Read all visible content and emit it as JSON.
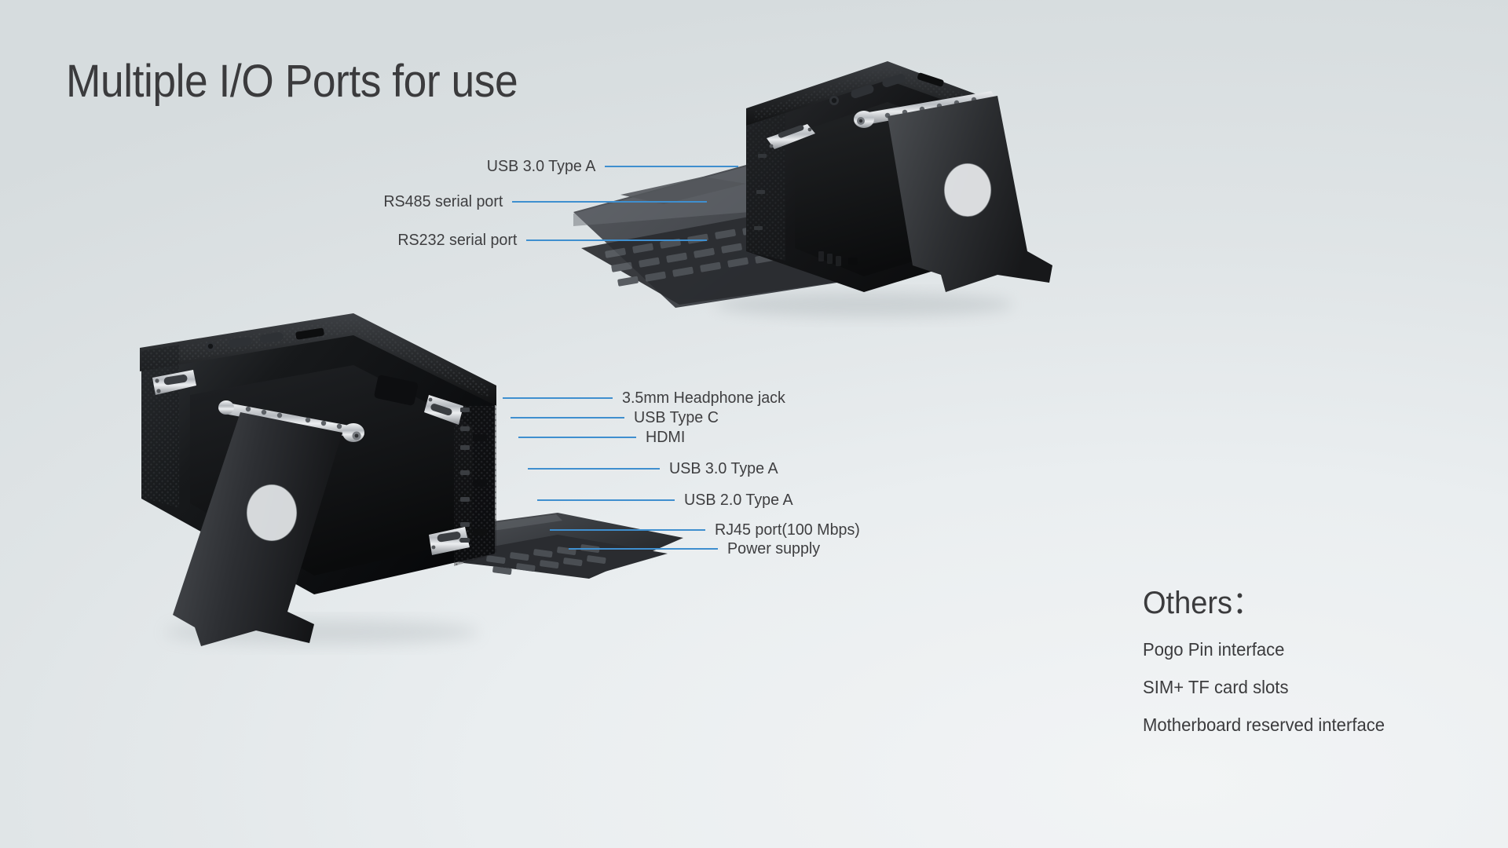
{
  "page": {
    "title": "Multiple I/O Ports for use",
    "background_color": "#e7ebec",
    "text_color": "#3b3b3d",
    "leader_line_color": "#3f8fcf"
  },
  "top_device_callouts": [
    {
      "label": "USB 3.0 Type A",
      "side": "left"
    },
    {
      "label": "RS485 serial port",
      "side": "left"
    },
    {
      "label": "RS232 serial port",
      "side": "left"
    }
  ],
  "bottom_device_callouts": [
    {
      "label": "3.5mm Headphone jack",
      "side": "right"
    },
    {
      "label": "USB Type C",
      "side": "right"
    },
    {
      "label": "HDMI",
      "side": "right"
    },
    {
      "label": "USB 3.0 Type A",
      "side": "right"
    },
    {
      "label": "USB 2.0 Type A",
      "side": "right"
    },
    {
      "label": "RJ45 port(100 Mbps)",
      "side": "right"
    },
    {
      "label": "Power supply",
      "side": "right"
    }
  ],
  "others": {
    "heading": "Others：",
    "items": [
      "Pogo Pin interface",
      "SIM+ TF card slots",
      "Motherboard reserved interface"
    ]
  },
  "product": {
    "name": "rugged-tablet-with-keyboard-dock",
    "body_color": "#1b1c1e",
    "accent_metal_color": "#c9ccd0"
  }
}
